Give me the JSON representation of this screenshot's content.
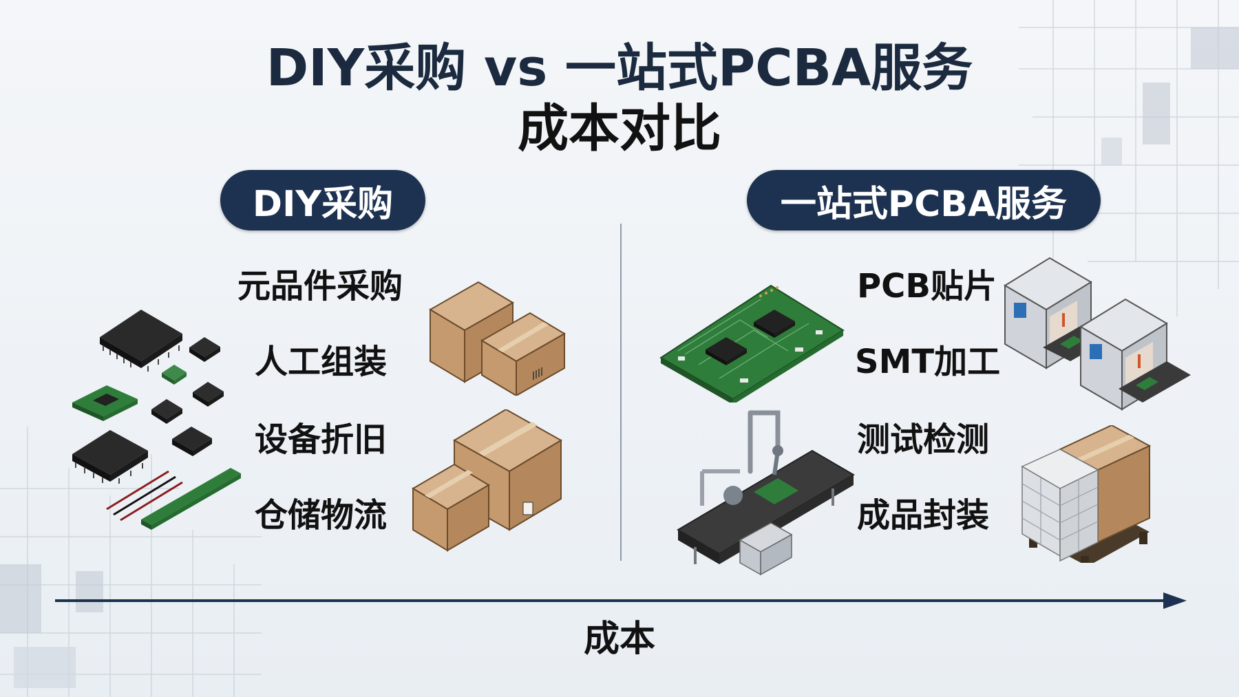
{
  "title": {
    "line1": "DIY采购 vs 一站式PCBA服务",
    "line2": "成本对比"
  },
  "left": {
    "header": "DIY采购",
    "items": [
      "元品件采购",
      "人工组装",
      "设备折旧",
      "仓储物流"
    ]
  },
  "right": {
    "header": "一站式PCBA服务",
    "items": [
      "PCB贴片",
      "SMT加工",
      "测试检测",
      "成品封装"
    ]
  },
  "axis": {
    "label": "成本"
  },
  "colors": {
    "pill": "#1d3250",
    "axis": "#1d3250",
    "pcb_green": "#2f7d3a",
    "box": "#c9a27a"
  },
  "icons": [
    "chip-icon",
    "cardboard-box-icon",
    "pcb-board-icon",
    "smt-machine-icon",
    "robot-arm-conveyor-icon",
    "pallet-icon"
  ]
}
